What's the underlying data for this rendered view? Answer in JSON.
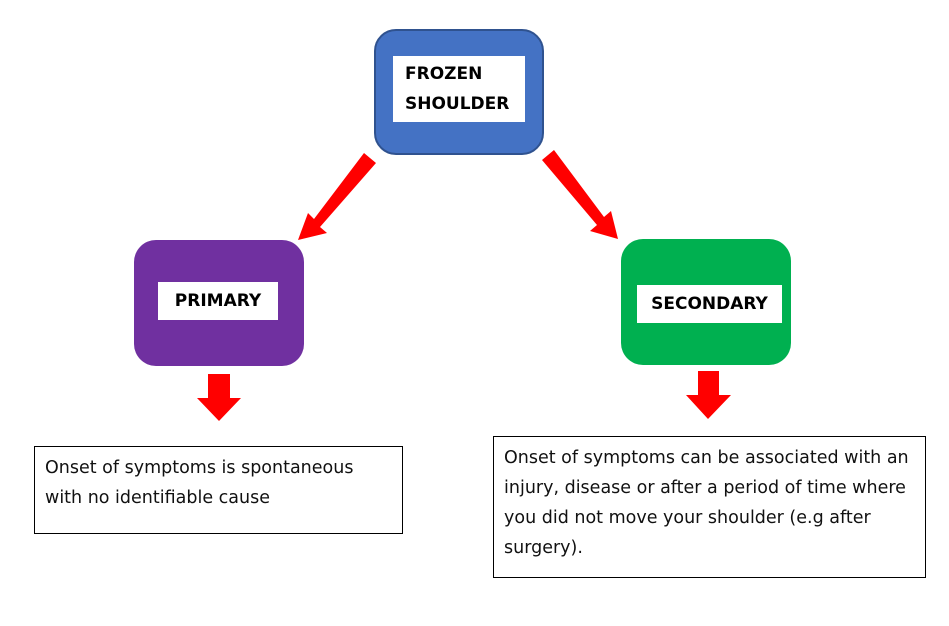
{
  "diagram": {
    "root": {
      "label": "FROZEN\nSHOULDER",
      "color": "#4472C4"
    },
    "children": [
      {
        "id": "primary",
        "label": "PRIMARY",
        "color": "#7030A0",
        "description": "Onset of symptoms is spontaneous with no identifiable cause"
      },
      {
        "id": "secondary",
        "label": "SECONDARY",
        "color": "#00B050",
        "description": "Onset of symptoms can be associated with an injury, disease or after a period of time where you did not move your shoulder (e.g after surgery)."
      }
    ],
    "arrow_color": "#FF0000"
  }
}
